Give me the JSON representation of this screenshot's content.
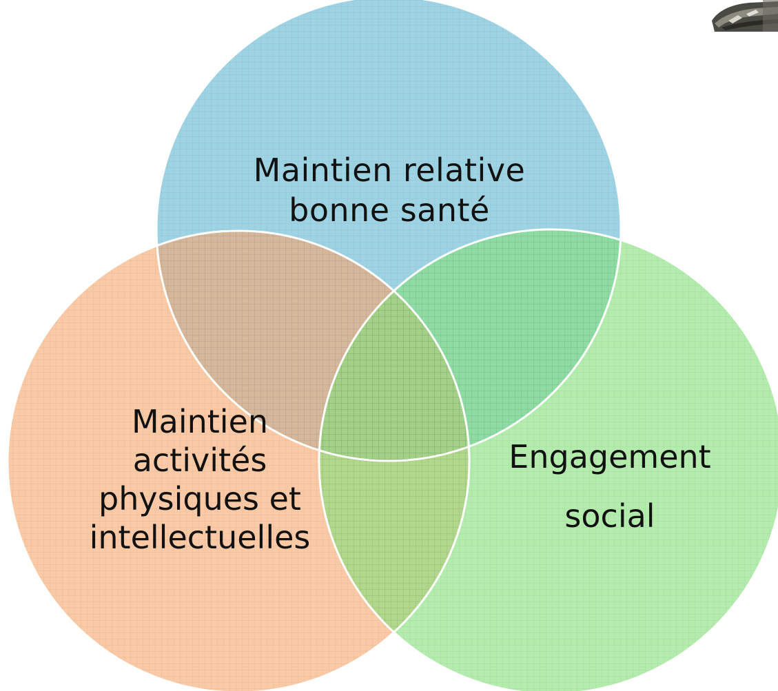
{
  "diagram": {
    "circles": [
      {
        "id": "health",
        "lines": [
          "Maintien relative",
          "bonne santé"
        ],
        "fill_color": "#63b8d3"
      },
      {
        "id": "activities",
        "lines": [
          "Maintien",
          "activités",
          "physiques et",
          "intellectuelles"
        ],
        "fill_color": "#f7a86d"
      },
      {
        "id": "social",
        "lines": [
          "Engagement",
          "social"
        ],
        "fill_color": "#85e07a"
      }
    ],
    "outline_color": "#ffffff",
    "pattern": "grid-texture"
  },
  "decoration": {
    "corner_image": "photo-thumbnail"
  }
}
